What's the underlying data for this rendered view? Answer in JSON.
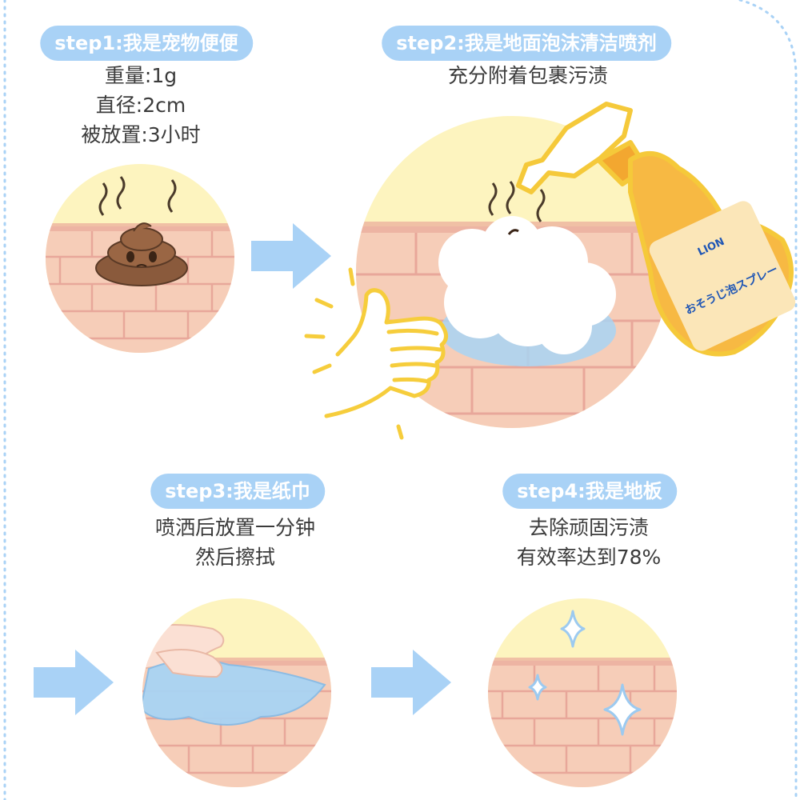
{
  "steps": [
    {
      "label": "step1:我是宠物便便",
      "lines": [
        "重量:1g",
        "直径:2cm",
        "被放置:3小时"
      ]
    },
    {
      "label": "step2:我是地面泡沫清洁喷剂",
      "lines": [
        "充分附着包裹污渍"
      ]
    },
    {
      "label": "step3:我是纸巾",
      "lines": [
        "喷洒后放置一分钟",
        "然后擦拭"
      ]
    },
    {
      "label": "step4:我是地板",
      "lines": [
        "去除顽固污渍",
        "有效率达到78%"
      ]
    }
  ],
  "product": {
    "brand": "LION",
    "name": "おそうじ泡スプレー"
  },
  "colors": {
    "pill": "#a9d2f6",
    "arrow": "#a9d2f6",
    "frame": "#a9d2f6",
    "wall": "#f6cdb8",
    "sky": "#fdf4bf",
    "thumb": "#f6cd3c"
  },
  "icons": [
    "poop-icon",
    "arrow-right-icon",
    "thumbs-up-icon",
    "spray-bottle-icon",
    "sparkle-icon",
    "hand-wiping-icon"
  ]
}
